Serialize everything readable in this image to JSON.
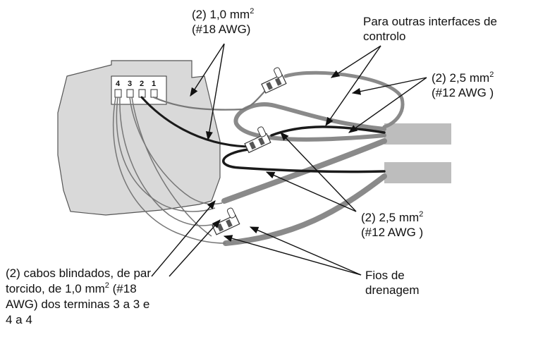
{
  "terminal_block": {
    "terminals": [
      "4",
      "3",
      "2",
      "1"
    ]
  },
  "labels": {
    "top_wire": {
      "line1": "(2) 1,0 mm",
      "sup": "2",
      "line2": "(#18 AWG)"
    },
    "other_interfaces": {
      "line1": "Para outras interfaces de",
      "line2": "controlo"
    },
    "right_wire_upper": {
      "line1": "(2) 2,5 mm",
      "sup": "2",
      "line2": "(#12 AWG )"
    },
    "right_wire_lower": {
      "line1": "(2) 2,5 mm",
      "sup": "2",
      "line2": "(#12 AWG )"
    },
    "drain_wires": {
      "line1": "Fios de",
      "line2": "drenagem"
    },
    "shielded_cables": {
      "line1": "(2) cabos blindados, de par",
      "line2a": "torcido, de 1,0 mm",
      "sup": "2",
      "line2b": " (#18",
      "line3": "AWG) dos terminas 3 a 3 e",
      "line4": "4 a 4"
    }
  },
  "colors": {
    "device_fill": "#d9d9d9",
    "device_stroke": "#555555",
    "conduit_fill": "#bdbdbd",
    "gray_wire": "#8a8a8a",
    "black_wire": "#1a1a1a",
    "leader": "#111111"
  }
}
